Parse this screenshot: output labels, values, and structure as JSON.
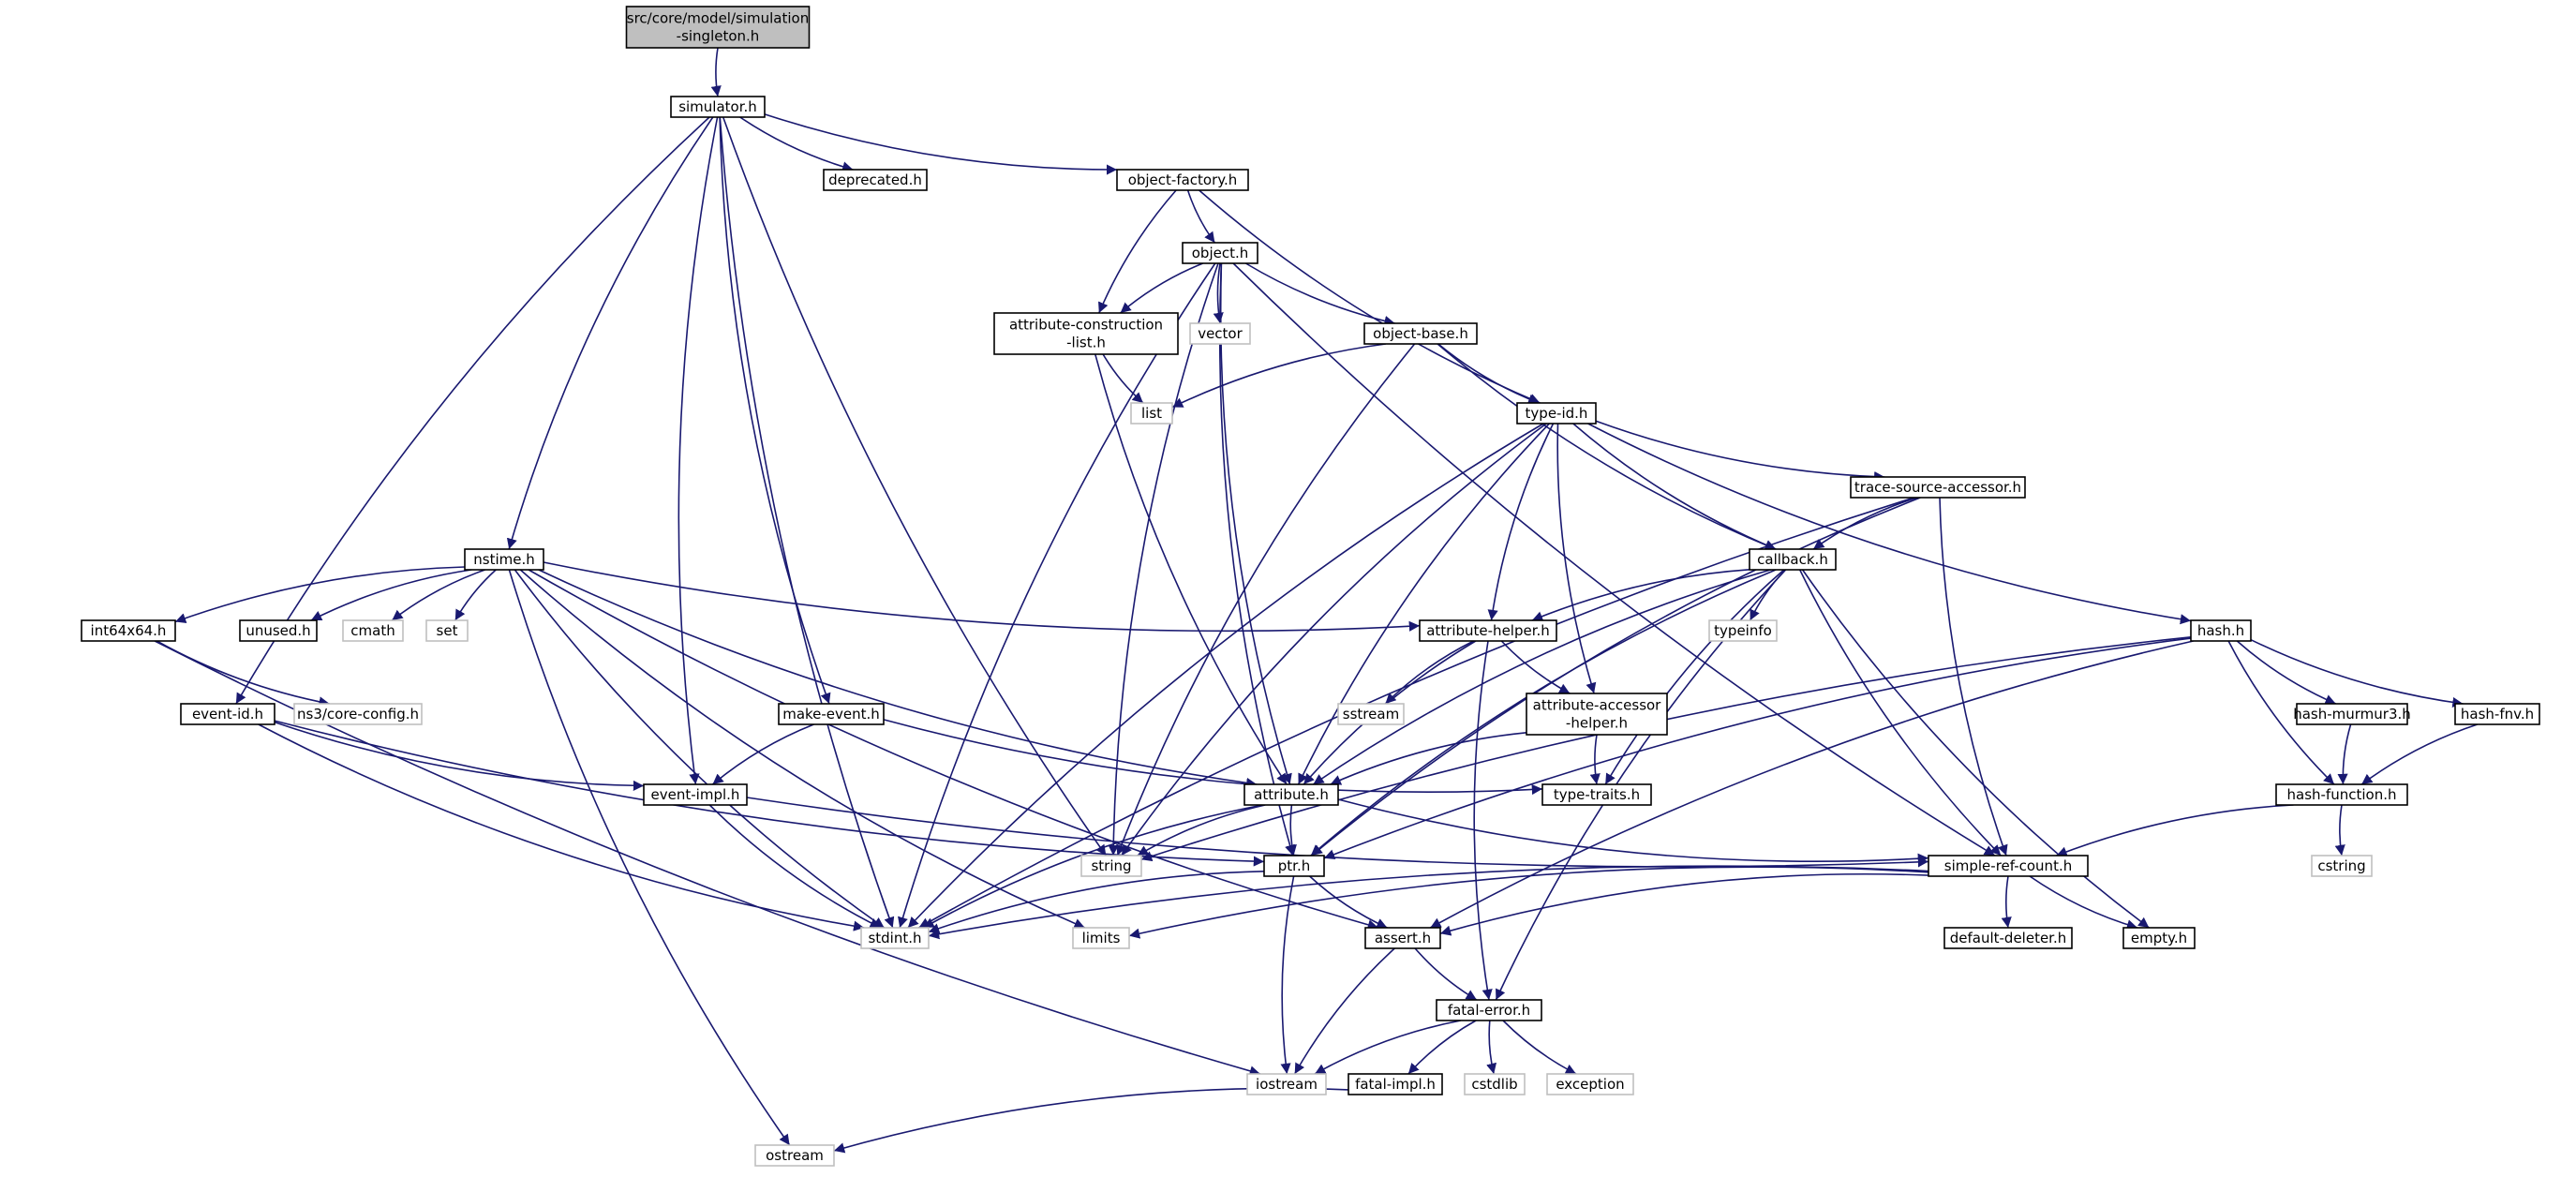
{
  "diagram": {
    "type": "include-dependency-graph",
    "colors": {
      "edge": "#191970",
      "node_border": "#000000",
      "external_border": "#bfbfbf",
      "root_fill": "#bfbfbf",
      "node_fill": "#ffffff"
    },
    "nodes": [
      {
        "id": "root",
        "lines": [
          "src/core/model/simulation",
          "-singleton.h"
        ],
        "style": "root"
      },
      {
        "id": "simulator",
        "lines": [
          "simulator.h"
        ],
        "style": "file"
      },
      {
        "id": "deprecated",
        "lines": [
          "deprecated.h"
        ],
        "style": "file"
      },
      {
        "id": "object-factory",
        "lines": [
          "object-factory.h"
        ],
        "style": "file"
      },
      {
        "id": "object",
        "lines": [
          "object.h"
        ],
        "style": "file"
      },
      {
        "id": "attribute-construction-list",
        "lines": [
          "attribute-construction",
          "-list.h"
        ],
        "style": "file"
      },
      {
        "id": "vector",
        "lines": [
          "vector"
        ],
        "style": "external"
      },
      {
        "id": "object-base",
        "lines": [
          "object-base.h"
        ],
        "style": "file"
      },
      {
        "id": "list",
        "lines": [
          "list"
        ],
        "style": "external"
      },
      {
        "id": "type-id",
        "lines": [
          "type-id.h"
        ],
        "style": "file"
      },
      {
        "id": "trace-source-accessor",
        "lines": [
          "trace-source-accessor.h"
        ],
        "style": "file"
      },
      {
        "id": "nstime",
        "lines": [
          "nstime.h"
        ],
        "style": "file"
      },
      {
        "id": "callback",
        "lines": [
          "callback.h"
        ],
        "style": "file"
      },
      {
        "id": "int64x64",
        "lines": [
          "int64x64.h"
        ],
        "style": "file"
      },
      {
        "id": "unused",
        "lines": [
          "unused.h"
        ],
        "style": "file"
      },
      {
        "id": "cmath",
        "lines": [
          "cmath"
        ],
        "style": "external"
      },
      {
        "id": "set",
        "lines": [
          "set"
        ],
        "style": "external"
      },
      {
        "id": "attribute-helper",
        "lines": [
          "attribute-helper.h"
        ],
        "style": "file"
      },
      {
        "id": "typeinfo",
        "lines": [
          "typeinfo"
        ],
        "style": "external"
      },
      {
        "id": "hash",
        "lines": [
          "hash.h"
        ],
        "style": "file"
      },
      {
        "id": "event-id",
        "lines": [
          "event-id.h"
        ],
        "style": "file"
      },
      {
        "id": "ns3-core-config",
        "lines": [
          "ns3/core-config.h"
        ],
        "style": "external"
      },
      {
        "id": "make-event",
        "lines": [
          "make-event.h"
        ],
        "style": "file"
      },
      {
        "id": "sstream",
        "lines": [
          "sstream"
        ],
        "style": "external"
      },
      {
        "id": "attribute-accessor-helper",
        "lines": [
          "attribute-accessor",
          "-helper.h"
        ],
        "style": "file"
      },
      {
        "id": "hash-murmur3",
        "lines": [
          "hash-murmur3.h"
        ],
        "style": "file"
      },
      {
        "id": "hash-fnv",
        "lines": [
          "hash-fnv.h"
        ],
        "style": "file"
      },
      {
        "id": "event-impl",
        "lines": [
          "event-impl.h"
        ],
        "style": "file"
      },
      {
        "id": "attribute",
        "lines": [
          "attribute.h"
        ],
        "style": "file"
      },
      {
        "id": "type-traits",
        "lines": [
          "type-traits.h"
        ],
        "style": "file"
      },
      {
        "id": "hash-function",
        "lines": [
          "hash-function.h"
        ],
        "style": "file"
      },
      {
        "id": "string",
        "lines": [
          "string"
        ],
        "style": "external"
      },
      {
        "id": "ptr",
        "lines": [
          "ptr.h"
        ],
        "style": "file"
      },
      {
        "id": "simple-ref-count",
        "lines": [
          "simple-ref-count.h"
        ],
        "style": "file"
      },
      {
        "id": "cstring",
        "lines": [
          "cstring"
        ],
        "style": "external"
      },
      {
        "id": "stdint",
        "lines": [
          "stdint.h"
        ],
        "style": "external"
      },
      {
        "id": "limits",
        "lines": [
          "limits"
        ],
        "style": "external"
      },
      {
        "id": "assert",
        "lines": [
          "assert.h"
        ],
        "style": "file"
      },
      {
        "id": "default-deleter",
        "lines": [
          "default-deleter.h"
        ],
        "style": "file"
      },
      {
        "id": "empty",
        "lines": [
          "empty.h"
        ],
        "style": "file"
      },
      {
        "id": "fatal-error",
        "lines": [
          "fatal-error.h"
        ],
        "style": "file"
      },
      {
        "id": "iostream",
        "lines": [
          "iostream"
        ],
        "style": "external"
      },
      {
        "id": "fatal-impl",
        "lines": [
          "fatal-impl.h"
        ],
        "style": "file"
      },
      {
        "id": "cstdlib",
        "lines": [
          "cstdlib"
        ],
        "style": "external"
      },
      {
        "id": "exception",
        "lines": [
          "exception"
        ],
        "style": "external"
      },
      {
        "id": "ostream",
        "lines": [
          "ostream"
        ],
        "style": "external"
      }
    ],
    "edges": [
      [
        "root",
        "simulator"
      ],
      [
        "simulator",
        "deprecated"
      ],
      [
        "simulator",
        "object-factory"
      ],
      [
        "simulator",
        "nstime"
      ],
      [
        "simulator",
        "event-id"
      ],
      [
        "simulator",
        "make-event"
      ],
      [
        "simulator",
        "event-impl"
      ],
      [
        "simulator",
        "string"
      ],
      [
        "simulator",
        "stdint"
      ],
      [
        "object-factory",
        "object"
      ],
      [
        "object-factory",
        "attribute-construction-list"
      ],
      [
        "object-factory",
        "type-id"
      ],
      [
        "object",
        "attribute-construction-list"
      ],
      [
        "object",
        "vector"
      ],
      [
        "object",
        "object-base"
      ],
      [
        "object",
        "attribute"
      ],
      [
        "object",
        "ptr"
      ],
      [
        "object",
        "string"
      ],
      [
        "object",
        "stdint"
      ],
      [
        "object",
        "simple-ref-count"
      ],
      [
        "attribute-construction-list",
        "list"
      ],
      [
        "attribute-construction-list",
        "attribute"
      ],
      [
        "object-base",
        "list"
      ],
      [
        "object-base",
        "type-id"
      ],
      [
        "object-base",
        "callback"
      ],
      [
        "object-base",
        "string"
      ],
      [
        "type-id",
        "trace-source-accessor"
      ],
      [
        "type-id",
        "callback"
      ],
      [
        "type-id",
        "hash"
      ],
      [
        "type-id",
        "attribute-helper"
      ],
      [
        "type-id",
        "attribute-accessor-helper"
      ],
      [
        "type-id",
        "attribute"
      ],
      [
        "type-id",
        "string"
      ],
      [
        "type-id",
        "stdint"
      ],
      [
        "trace-source-accessor",
        "callback"
      ],
      [
        "trace-source-accessor",
        "ptr"
      ],
      [
        "trace-source-accessor",
        "simple-ref-count"
      ],
      [
        "trace-source-accessor",
        "stdint"
      ],
      [
        "nstime",
        "int64x64"
      ],
      [
        "nstime",
        "unused"
      ],
      [
        "nstime",
        "cmath"
      ],
      [
        "nstime",
        "set"
      ],
      [
        "nstime",
        "attribute-helper"
      ],
      [
        "nstime",
        "attribute"
      ],
      [
        "nstime",
        "assert"
      ],
      [
        "nstime",
        "limits"
      ],
      [
        "nstime",
        "stdint"
      ],
      [
        "nstime",
        "ostream"
      ],
      [
        "callback",
        "typeinfo"
      ],
      [
        "callback",
        "attribute-helper"
      ],
      [
        "callback",
        "attribute"
      ],
      [
        "callback",
        "type-traits"
      ],
      [
        "callback",
        "ptr"
      ],
      [
        "callback",
        "simple-ref-count"
      ],
      [
        "callback",
        "fatal-error"
      ],
      [
        "callback",
        "empty"
      ],
      [
        "int64x64",
        "ns3-core-config"
      ],
      [
        "int64x64",
        "iostream"
      ],
      [
        "attribute-helper",
        "sstream"
      ],
      [
        "attribute-helper",
        "attribute-accessor-helper"
      ],
      [
        "attribute-helper",
        "attribute"
      ],
      [
        "attribute-helper",
        "fatal-error"
      ],
      [
        "hash",
        "hash-murmur3"
      ],
      [
        "hash",
        "hash-fnv"
      ],
      [
        "hash",
        "hash-function"
      ],
      [
        "hash",
        "string"
      ],
      [
        "hash",
        "ptr"
      ],
      [
        "hash",
        "assert"
      ],
      [
        "event-id",
        "event-impl"
      ],
      [
        "event-id",
        "ptr"
      ],
      [
        "event-id",
        "stdint"
      ],
      [
        "make-event",
        "event-impl"
      ],
      [
        "make-event",
        "type-traits"
      ],
      [
        "attribute-accessor-helper",
        "attribute"
      ],
      [
        "attribute-accessor-helper",
        "type-traits"
      ],
      [
        "hash-murmur3",
        "hash-function"
      ],
      [
        "hash-fnv",
        "hash-function"
      ],
      [
        "event-impl",
        "simple-ref-count"
      ],
      [
        "event-impl",
        "stdint"
      ],
      [
        "attribute",
        "string"
      ],
      [
        "attribute",
        "ptr"
      ],
      [
        "attribute",
        "simple-ref-count"
      ],
      [
        "attribute",
        "stdint"
      ],
      [
        "hash-function",
        "simple-ref-count"
      ],
      [
        "hash-function",
        "cstring"
      ],
      [
        "ptr",
        "iostream"
      ],
      [
        "ptr",
        "stdint"
      ],
      [
        "ptr",
        "assert"
      ],
      [
        "simple-ref-count",
        "stdint"
      ],
      [
        "simple-ref-count",
        "limits"
      ],
      [
        "simple-ref-count",
        "assert"
      ],
      [
        "simple-ref-count",
        "default-deleter"
      ],
      [
        "simple-ref-count",
        "empty"
      ],
      [
        "assert",
        "fatal-error"
      ],
      [
        "assert",
        "iostream"
      ],
      [
        "fatal-error",
        "iostream"
      ],
      [
        "fatal-error",
        "fatal-impl"
      ],
      [
        "fatal-error",
        "cstdlib"
      ],
      [
        "fatal-error",
        "exception"
      ],
      [
        "fatal-impl",
        "ostream"
      ]
    ]
  }
}
